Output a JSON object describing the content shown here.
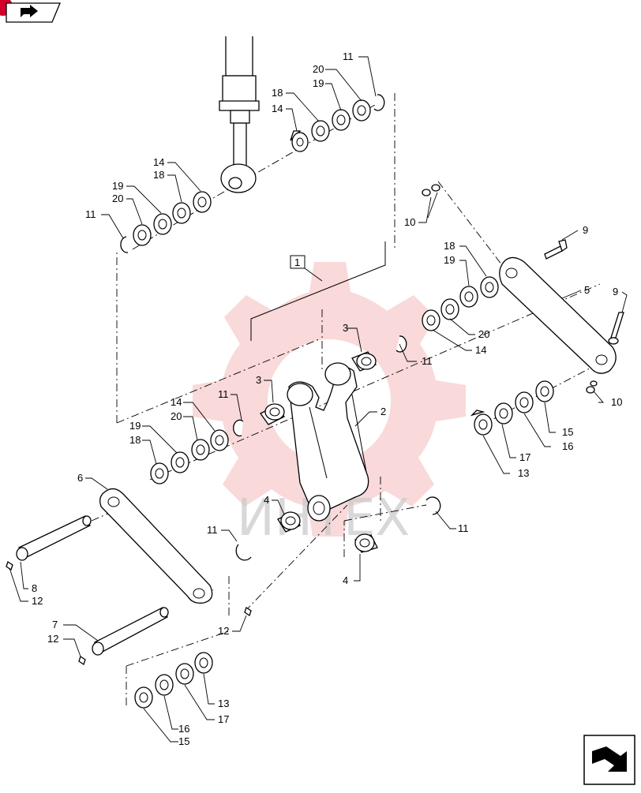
{
  "watermark": {
    "text": "ИНТЕХ",
    "gear_color": "#f4b9b9"
  },
  "icons": {
    "top_nav": "back-arrow-icon",
    "bottom_nav": "forward-arrow-icon"
  },
  "assembly_label": "1",
  "callouts": [
    {
      "id": "c11a",
      "text": "11"
    },
    {
      "id": "c20a",
      "text": "20"
    },
    {
      "id": "c19a",
      "text": "19"
    },
    {
      "id": "c18a",
      "text": "18"
    },
    {
      "id": "c14a",
      "text": "14"
    },
    {
      "id": "c14b",
      "text": "14"
    },
    {
      "id": "c18b",
      "text": "18"
    },
    {
      "id": "c19b",
      "text": "19"
    },
    {
      "id": "c20b",
      "text": "20"
    },
    {
      "id": "c11b",
      "text": "11"
    },
    {
      "id": "c10a",
      "text": "10"
    },
    {
      "id": "c9a",
      "text": "9"
    },
    {
      "id": "c18c",
      "text": "18"
    },
    {
      "id": "c19c",
      "text": "19"
    },
    {
      "id": "c5",
      "text": "5"
    },
    {
      "id": "c9b",
      "text": "9"
    },
    {
      "id": "c20c",
      "text": "20"
    },
    {
      "id": "c14c",
      "text": "14"
    },
    {
      "id": "c3a",
      "text": "3"
    },
    {
      "id": "c11c",
      "text": "11"
    },
    {
      "id": "c10b",
      "text": "10"
    },
    {
      "id": "c3b",
      "text": "3"
    },
    {
      "id": "c11d",
      "text": "11"
    },
    {
      "id": "c14d",
      "text": "14"
    },
    {
      "id": "c20d",
      "text": "20"
    },
    {
      "id": "c19d",
      "text": "19"
    },
    {
      "id": "c18d",
      "text": "18"
    },
    {
      "id": "c2",
      "text": "2"
    },
    {
      "id": "c15a",
      "text": "15"
    },
    {
      "id": "c17a",
      "text": "17"
    },
    {
      "id": "c16a",
      "text": "16"
    },
    {
      "id": "c13a",
      "text": "13"
    },
    {
      "id": "c6",
      "text": "6"
    },
    {
      "id": "c4a",
      "text": "4"
    },
    {
      "id": "c11e",
      "text": "11"
    },
    {
      "id": "c11f",
      "text": "11"
    },
    {
      "id": "c8",
      "text": "8"
    },
    {
      "id": "c12a",
      "text": "12"
    },
    {
      "id": "c4b",
      "text": "4"
    },
    {
      "id": "c7",
      "text": "7"
    },
    {
      "id": "c12b",
      "text": "12"
    },
    {
      "id": "c12c",
      "text": "12"
    },
    {
      "id": "c13b",
      "text": "13"
    },
    {
      "id": "c17b",
      "text": "17"
    },
    {
      "id": "c16b",
      "text": "16"
    },
    {
      "id": "c15b",
      "text": "15"
    }
  ]
}
